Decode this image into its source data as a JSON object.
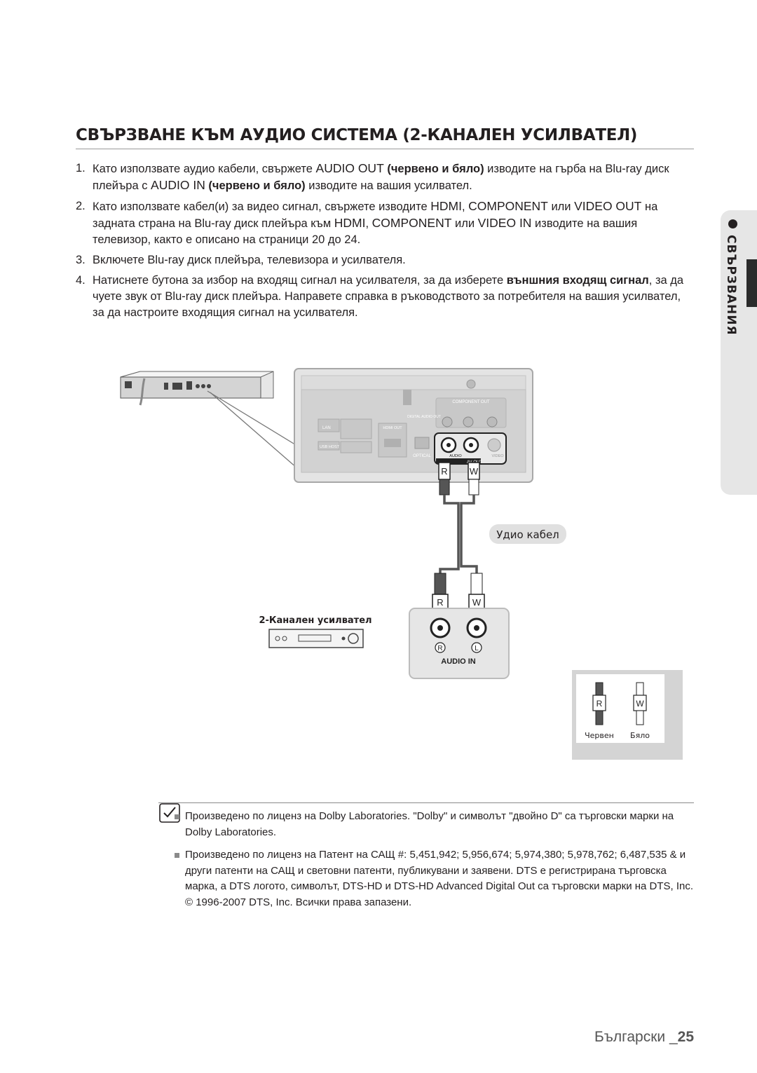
{
  "page": {
    "title": "СВЪРЗВАНЕ КЪМ АУДИО СИСТЕМА (2-КАНАЛЕН УСИЛВАТЕЛ)",
    "side_tab": "СВЪРЗВАНИЯ",
    "footer_lang": "Български _",
    "footer_page": "25"
  },
  "steps": [
    {
      "num": "1.",
      "parts": [
        {
          "t": "Като използвате аудио кабели, свържете "
        },
        {
          "t": "AUDIO OUT",
          "s": "hl"
        },
        {
          "t": " (червено и бяло)",
          "s": "b"
        },
        {
          "t": " изводите на гърба на Blu-ray диск плейъра с "
        },
        {
          "t": "AUDIO IN",
          "s": "hl"
        },
        {
          "t": " (червено и бяло)",
          "s": "b"
        },
        {
          "t": " изводите на вашия усилвател."
        }
      ]
    },
    {
      "num": "2.",
      "parts": [
        {
          "t": "Като използвате кабел(и) за видео сигнал, свържете изводите "
        },
        {
          "t": "HDMI",
          "s": "hl"
        },
        {
          "t": ", "
        },
        {
          "t": "COMPONENT",
          "s": "hl"
        },
        {
          "t": " или "
        },
        {
          "t": "VIDEO OUT",
          "s": "hl"
        },
        {
          "t": " на задната страна на Blu-ray диск плейъра към "
        },
        {
          "t": "HDMI",
          "s": "hl"
        },
        {
          "t": ", "
        },
        {
          "t": "COMPONENT",
          "s": "hl"
        },
        {
          "t": " или "
        },
        {
          "t": "VIDEO IN",
          "s": "hl"
        },
        {
          "t": " изводите на вашия телевизор, както е описано на страници 20 до 24."
        }
      ]
    },
    {
      "num": "3.",
      "parts": [
        {
          "t": "Включете Blu-ray диск плейъра, телевизора и усилвателя."
        }
      ]
    },
    {
      "num": "4.",
      "parts": [
        {
          "t": "Натиснете бутона за избор на входящ сигнал на усилвателя, за да изберете "
        },
        {
          "t": "външния входящ сигнал",
          "s": "b"
        },
        {
          "t": ", за да чуете звук от Blu-ray диск плейъра. Направете справка в ръководството за потребителя на вашия усилвател, за да настроите входящия сигнал на усилвателя."
        }
      ]
    }
  ],
  "diagram": {
    "panel_labels": {
      "component_out": "COMPONENT OUT",
      "lan": "LAN",
      "usb_host": "USB HOST",
      "hdmi_out": "HDMI OUT",
      "digital_audio_out": "DIGITAL AUDIO OUT",
      "optical": "OPTICAL",
      "audio": "AUDIO",
      "video": "VIDEO",
      "av_out": "AV OUT"
    },
    "plug_r": "R",
    "plug_w": "W",
    "cable_label": "Удио кабел",
    "amp_label": "2-Канален усилвател",
    "jack_r": "R",
    "jack_l": "L",
    "audio_in": "AUDIO IN",
    "legend_red": "Червен",
    "legend_white": "Бяло"
  },
  "notes": [
    "Произведено по лиценз на Dolby Laboratories. \"Dolby\" и символът \"двойно D\" са търговски марки на Dolby Laboratories.",
    "Произведено по лиценз на Патент на САЩ #: 5,451,942; 5,956,674; 5,974,380; 5,978,762; 6,487,535 & и други патенти на САЩ и световни патенти, публикувани и заявени. DTS е регистрирана търговска марка, а DTS логото, символът, DTS-HD и DTS-HD Advanced Digital Out са търговски марки на DTS, Inc. © 1996-2007 DTS, Inc. Всички права запазени."
  ],
  "colors": {
    "text": "#231f20",
    "side_tab": "#e6e6e6",
    "panel_bg": "#d9d9d9",
    "panel_border": "#a8a8a8"
  }
}
